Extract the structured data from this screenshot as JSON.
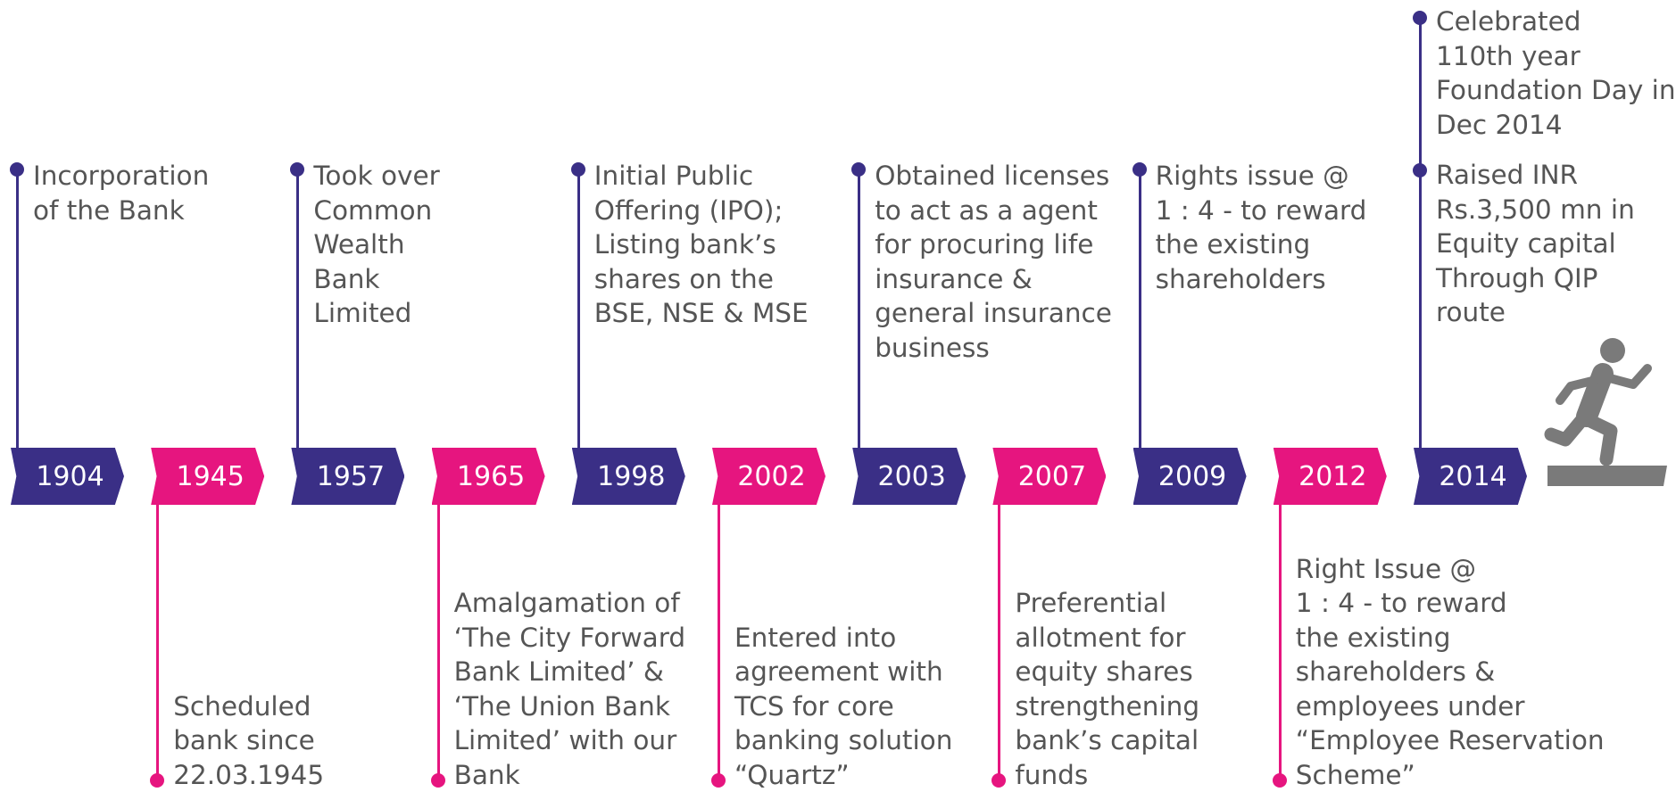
{
  "colors": {
    "purple": "#3a2f86",
    "pink": "#e6157f",
    "text": "#555555",
    "icon": "#7a7a7a"
  },
  "timeline": [
    {
      "year": "1904",
      "color": "purple",
      "side": "top",
      "events": [
        "Incorporation\nof the Bank"
      ]
    },
    {
      "year": "1945",
      "color": "pink",
      "side": "bottom",
      "events": [
        "Scheduled\nbank since\n22.03.1945"
      ]
    },
    {
      "year": "1957",
      "color": "purple",
      "side": "top",
      "events": [
        "Took over\nCommon\nWealth\nBank\nLimited"
      ]
    },
    {
      "year": "1965",
      "color": "pink",
      "side": "bottom",
      "events": [
        "Amalgamation of\n‘The City Forward\nBank Limited’ &\n‘The Union Bank\nLimited’ with our\nBank"
      ]
    },
    {
      "year": "1998",
      "color": "purple",
      "side": "top",
      "events": [
        "Initial Public\nOffering (IPO);\nListing bank’s\nshares on the\nBSE, NSE & MSE"
      ]
    },
    {
      "year": "2002",
      "color": "pink",
      "side": "bottom",
      "events": [
        "Entered into\nagreement with\nTCS for core\nbanking solution\n“Quartz”"
      ]
    },
    {
      "year": "2003",
      "color": "purple",
      "side": "top",
      "events": [
        "Obtained licenses\nto act as a agent\nfor procuring life\ninsurance &\ngeneral insurance\nbusiness"
      ]
    },
    {
      "year": "2007",
      "color": "pink",
      "side": "bottom",
      "events": [
        "Preferential\nallotment for\nequity shares\nstrengthening\nbank’s capital\nfunds"
      ]
    },
    {
      "year": "2009",
      "color": "purple",
      "side": "top",
      "events": [
        "Rights issue @\n1 : 4 - to reward\nthe existing\nshareholders"
      ]
    },
    {
      "year": "2012",
      "color": "pink",
      "side": "bottom",
      "events": [
        "Right Issue @\n1 : 4 - to reward\nthe existing\nshareholders &\nemployees under\n“Employee Reservation\nScheme”"
      ]
    },
    {
      "year": "2014",
      "color": "purple",
      "side": "top",
      "events": [
        "Raised INR\nRs.3,500 mn in\nEquity capital\nThrough QIP\nroute",
        "Celebrated\n110th year\nFoundation Day in\nDec 2014"
      ]
    }
  ],
  "icons": {
    "end": "person-stepping-up-icon"
  }
}
